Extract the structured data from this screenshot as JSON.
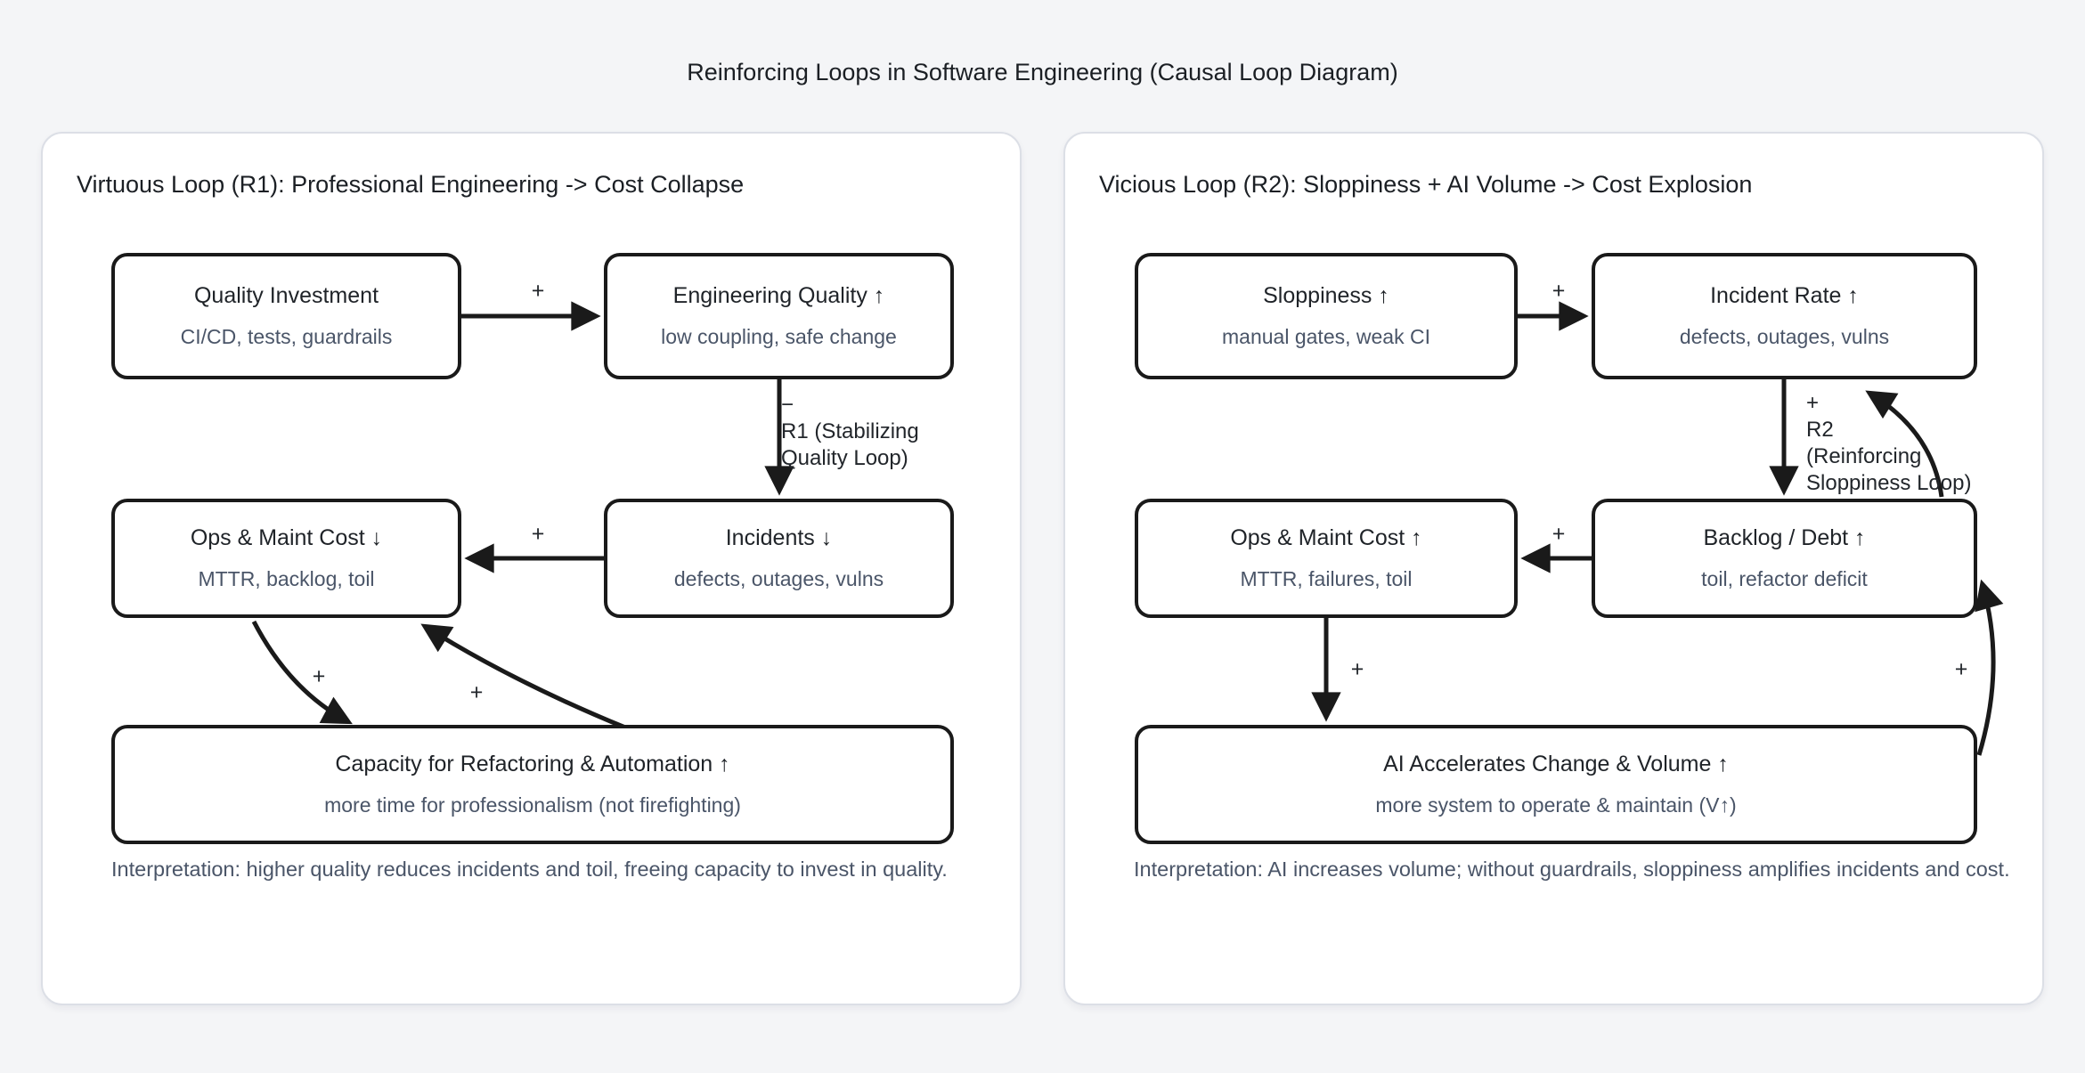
{
  "page_title": "Reinforcing Loops in Software Engineering (Causal Loop Diagram)",
  "colors": {
    "background": "#f4f5f7",
    "card_background": "#ffffff",
    "node_border": "#1a1a1a",
    "title_text": "#1b1f24",
    "subtitle_text": "#4a5568",
    "arrow": "#1a1a1a"
  },
  "left_panel": {
    "title": "Virtuous Loop (R1): Professional Engineering -> Cost Collapse",
    "nodes": {
      "quality_investment": {
        "title": "Quality Investment",
        "subtitle": "CI/CD, tests, guardrails"
      },
      "engineering_quality": {
        "title": "Engineering Quality ↑",
        "subtitle": "low coupling, safe change"
      },
      "ops_maint_cost": {
        "title": "Ops & Maint Cost ↓",
        "subtitle": "MTTR, backlog, toil"
      },
      "incidents": {
        "title": "Incidents ↓",
        "subtitle": "defects, outages, vulns"
      },
      "capacity": {
        "title": "Capacity for Refactoring & Automation ↑",
        "subtitle": "more time for professionalism (not firefighting)"
      }
    },
    "edge_labels": {
      "quality_to_engineering": "+",
      "engineering_to_incidents": "−\nR1 (Stabilizing\nQuality Loop)",
      "incidents_to_ops": "+",
      "ops_to_capacity": "+",
      "capacity_to_ops": "+"
    },
    "interpretation": "Interpretation: higher quality reduces incidents and toil, freeing capacity to invest in quality."
  },
  "right_panel": {
    "title": "Vicious Loop (R2): Sloppiness + AI Volume -> Cost Explosion",
    "nodes": {
      "sloppiness": {
        "title": "Sloppiness ↑",
        "subtitle": "manual gates, weak CI"
      },
      "incident_rate": {
        "title": "Incident Rate ↑",
        "subtitle": "defects, outages, vulns"
      },
      "ops_maint_cost": {
        "title": "Ops & Maint Cost ↑",
        "subtitle": "MTTR, failures, toil"
      },
      "backlog_debt": {
        "title": "Backlog / Debt ↑",
        "subtitle": "toil, refactor deficit"
      },
      "ai_volume": {
        "title": "AI Accelerates Change & Volume ↑",
        "subtitle": "more system to operate & maintain (V↑)"
      }
    },
    "edge_labels": {
      "sloppiness_to_incident_rate": "+",
      "incident_rate_to_backlog": "+\nR2\n(Reinforcing\nSloppiness Loop)",
      "backlog_to_ops": "+",
      "ops_to_ai": "+",
      "ai_to_backlog": "+"
    },
    "interpretation": "Interpretation: AI increases volume; without guardrails, sloppiness amplifies incidents and cost."
  }
}
